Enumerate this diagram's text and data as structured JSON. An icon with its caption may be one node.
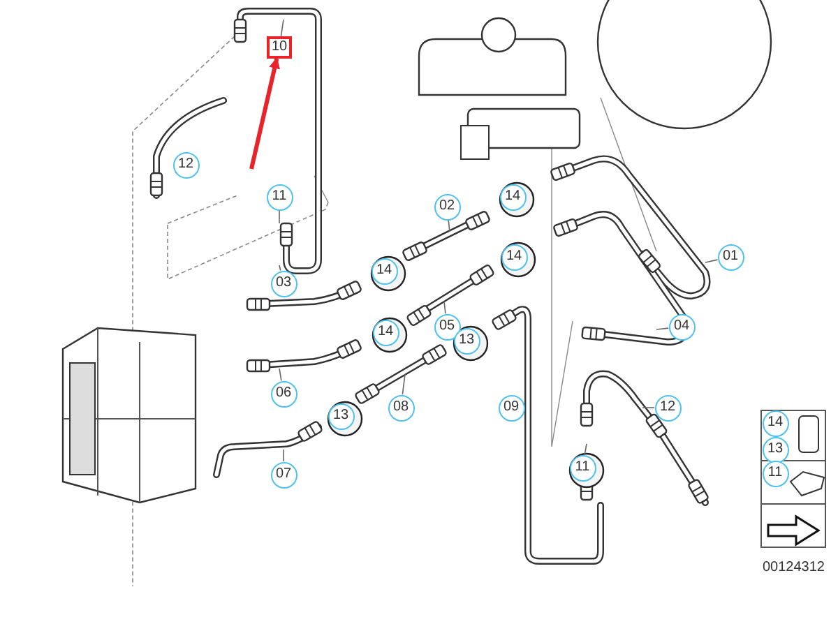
{
  "diagram": {
    "nodes": [
      {
        "text": [
          "10"
        ]
      },
      {
        "text": [
          "12"
        ]
      },
      {
        "text": [
          "11"
        ]
      },
      {
        "text": [
          "03"
        ]
      },
      {
        "text": [
          "14"
        ]
      },
      {
        "text": [
          "02"
        ]
      },
      {
        "text": [
          "14"
        ]
      },
      {
        "text": [
          "14"
        ]
      },
      {
        "text": [
          "01"
        ]
      },
      {
        "text": [
          "14"
        ]
      },
      {
        "text": [
          "05"
        ]
      },
      {
        "text": [
          "13"
        ]
      },
      {
        "text": [
          "06"
        ]
      },
      {
        "text": [
          "08"
        ]
      },
      {
        "text": [
          "04"
        ]
      },
      {
        "text": [
          "09"
        ]
      },
      {
        "text": [
          "12"
        ]
      },
      {
        "text": [
          "13"
        ]
      },
      {
        "text": [
          "07"
        ]
      },
      {
        "text": [
          "11"
        ]
      },
      {
        "text": [
          "14"
        ]
      },
      {
        "text": [
          "13"
        ]
      },
      {
        "text": [
          "11"
        ]
      }
    ],
    "edges": [
      {
        "from": null,
        "to": 0,
        "arrow": "to",
        "style": "thick",
        "color": "#e8232a"
      },
      {
        "from": 0,
        "to": null,
        "arrow": "none"
      },
      {
        "from": 2,
        "to": null,
        "arrow": "none"
      },
      {
        "from": 3,
        "to": null,
        "arrow": "none"
      },
      {
        "from": 5,
        "to": null,
        "arrow": "none"
      },
      {
        "from": 8,
        "to": null,
        "arrow": "none"
      },
      {
        "from": 10,
        "to": null,
        "arrow": "none"
      },
      {
        "from": 12,
        "to": null,
        "arrow": "none"
      },
      {
        "from": 13,
        "to": null,
        "arrow": "none"
      },
      {
        "from": 14,
        "to": null,
        "arrow": "none"
      },
      {
        "from": 18,
        "to": null,
        "arrow": "none"
      },
      {
        "from": 16,
        "to": null,
        "arrow": "none"
      },
      {
        "from": 19,
        "to": null,
        "arrow": "none"
      }
    ],
    "labels": [
      "00124312"
    ]
  }
}
